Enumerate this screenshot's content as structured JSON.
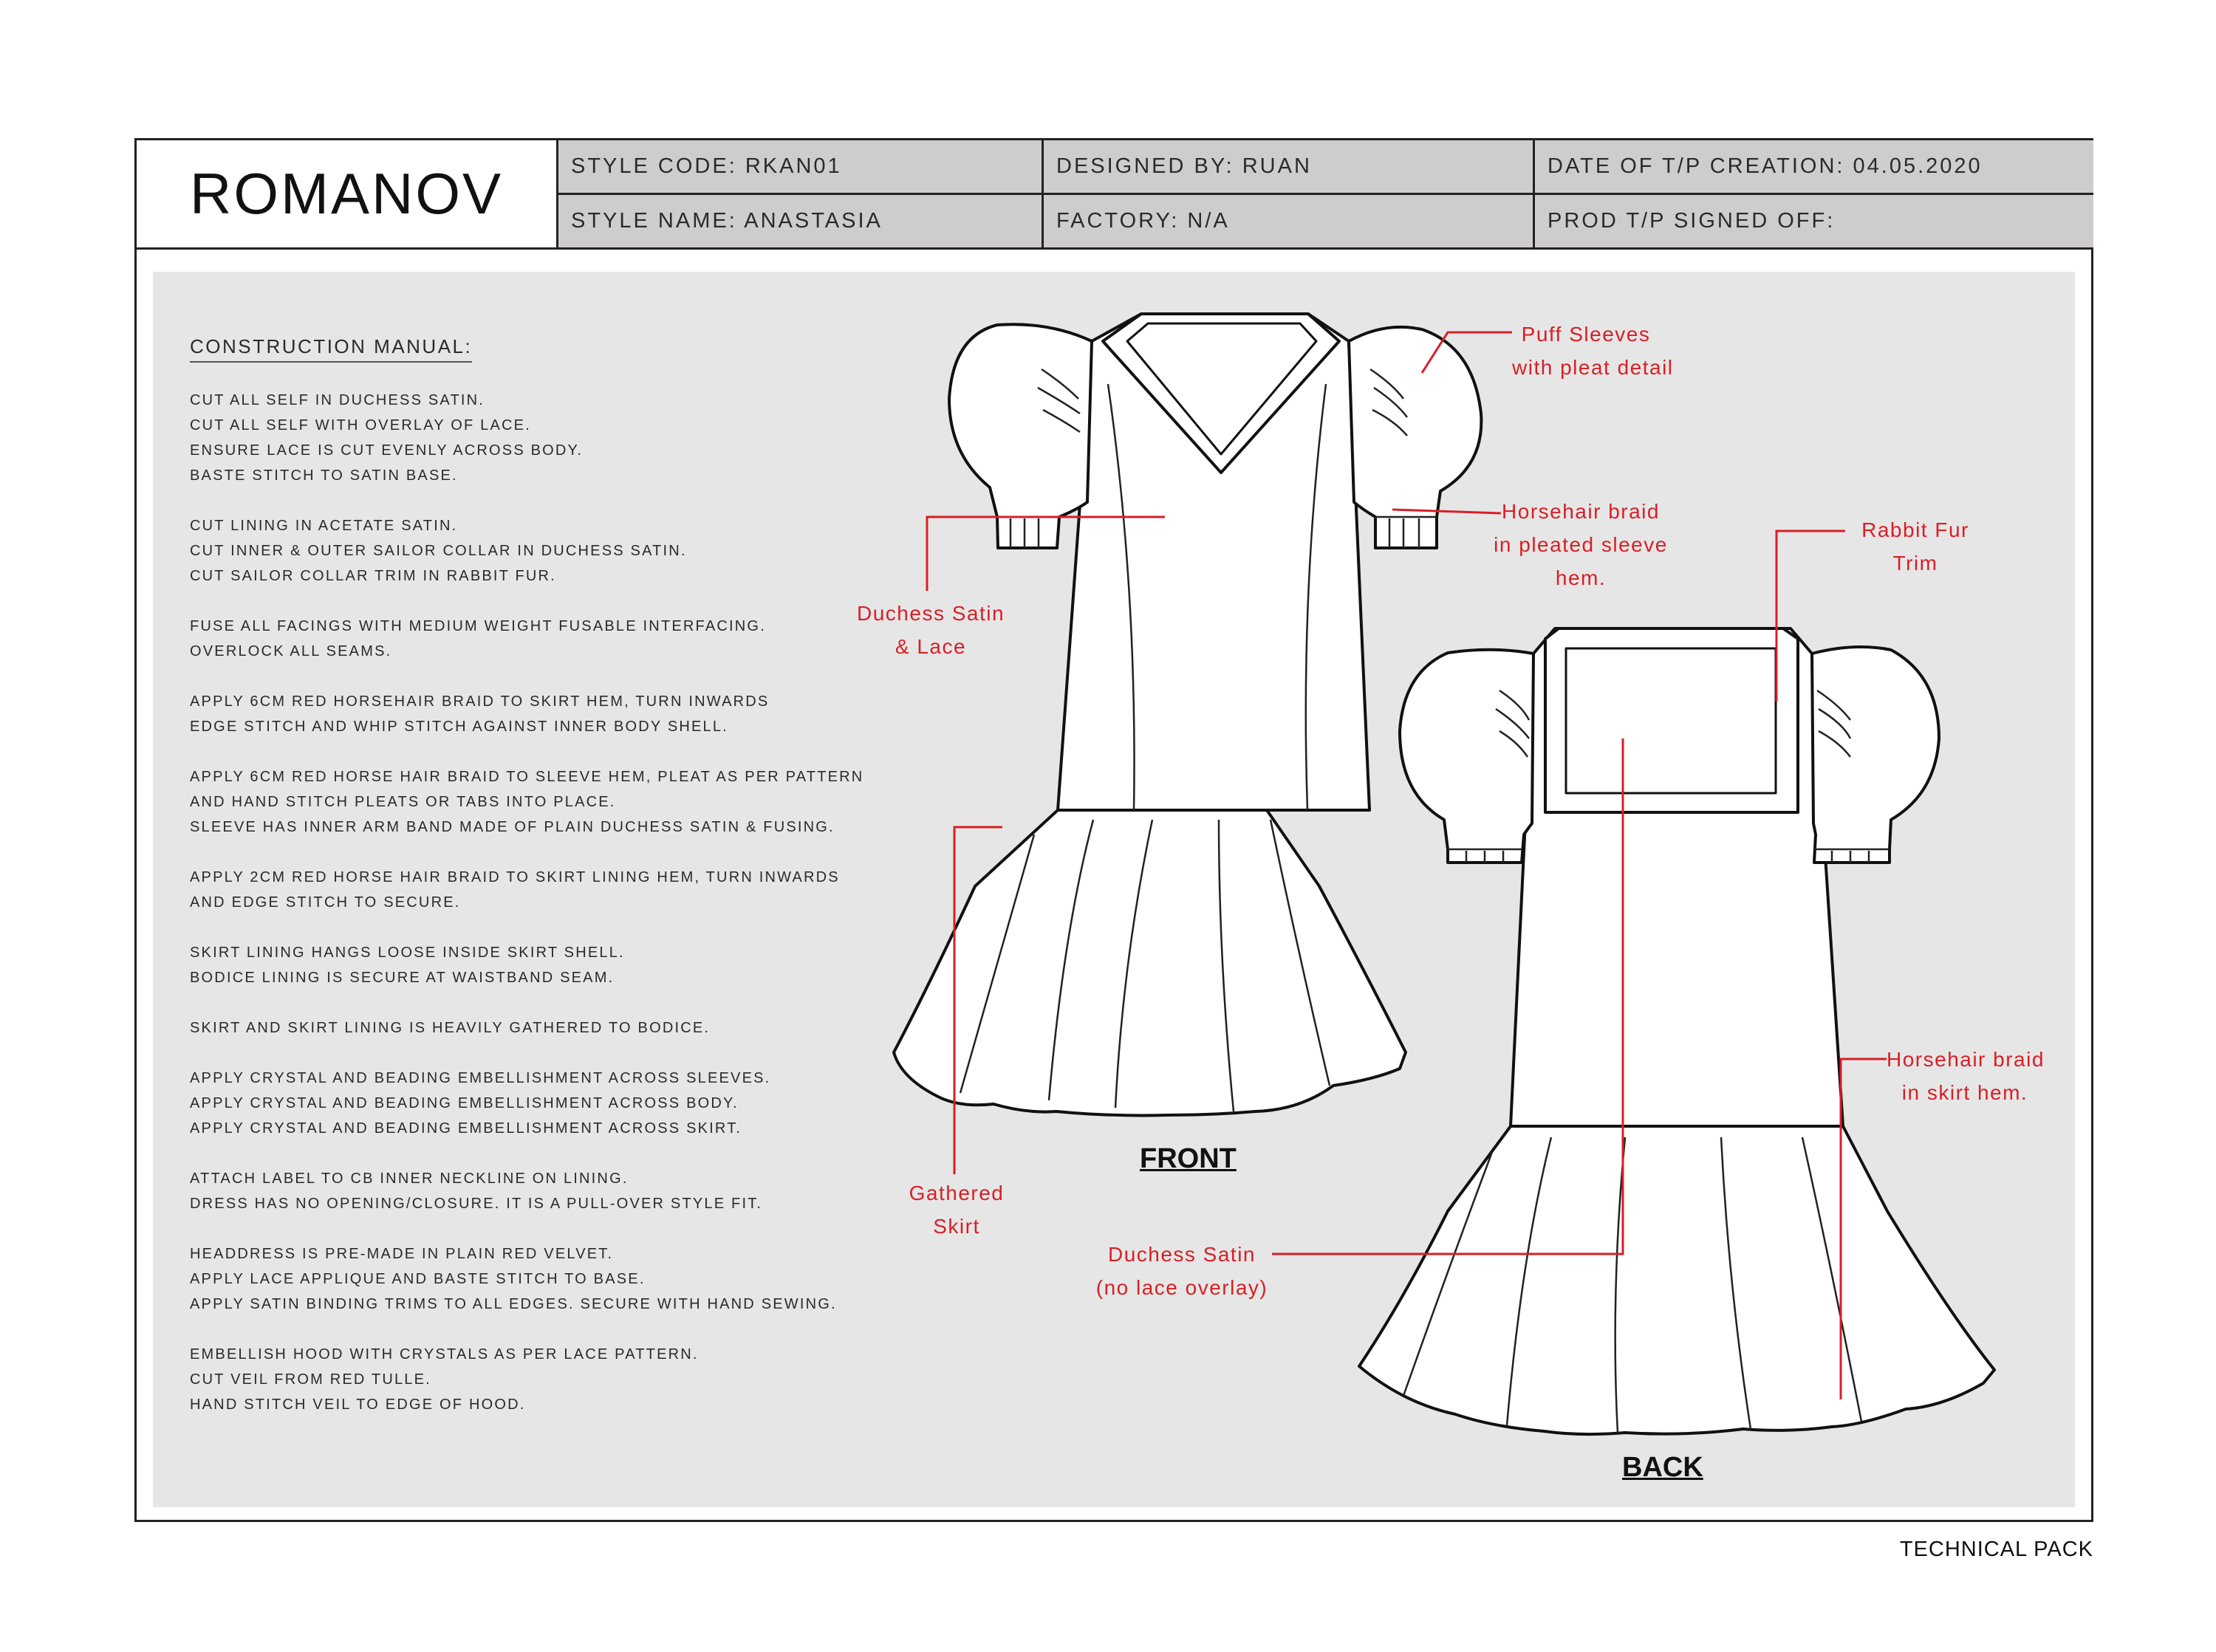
{
  "header": {
    "brand": "ROMANOV",
    "style_code": "STYLE CODE: RKAN01",
    "style_name": "STYLE NAME: ANASTASIA",
    "designed_by": "DESIGNED BY: RUAN",
    "factory": "FACTORY: N/A",
    "date_created": "DATE OF T/P CREATION: 04.05.2020",
    "signed_off": "PROD T/P SIGNED OFF:"
  },
  "manual": {
    "title": "CONSTRUCTION MANUAL:",
    "blocks": [
      [
        "CUT ALL SELF IN DUCHESS SATIN.",
        "CUT ALL SELF WITH OVERLAY OF LACE.",
        "ENSURE LACE IS CUT EVENLY ACROSS BODY.",
        "BASTE STITCH TO SATIN BASE."
      ],
      [
        "CUT LINING IN ACETATE SATIN.",
        "CUT INNER & OUTER SAILOR COLLAR IN DUCHESS SATIN.",
        "CUT SAILOR COLLAR TRIM IN RABBIT FUR."
      ],
      [
        "FUSE ALL FACINGS WITH MEDIUM WEIGHT FUSABLE INTERFACING.",
        "OVERLOCK ALL SEAMS."
      ],
      [
        "APPLY 6CM RED HORSEHAIR BRAID TO SKIRT HEM, TURN INWARDS",
        "EDGE STITCH AND WHIP STITCH AGAINST INNER BODY SHELL."
      ],
      [
        "APPLY 6CM RED HORSE HAIR BRAID TO SLEEVE HEM, PLEAT AS PER PATTERN",
        "AND HAND STITCH PLEATS OR TABS INTO PLACE.",
        "SLEEVE HAS INNER ARM BAND MADE OF PLAIN DUCHESS SATIN & FUSING."
      ],
      [
        "APPLY 2CM RED HORSE HAIR BRAID TO SKIRT LINING HEM, TURN INWARDS",
        "AND EDGE STITCH TO SECURE."
      ],
      [
        "SKIRT LINING HANGS LOOSE INSIDE SKIRT SHELL.",
        "BODICE LINING IS SECURE AT WAISTBAND SEAM."
      ],
      [
        "SKIRT AND SKIRT LINING IS HEAVILY GATHERED TO BODICE."
      ],
      [
        "APPLY CRYSTAL AND BEADING EMBELLISHMENT ACROSS SLEEVES.",
        "APPLY CRYSTAL AND BEADING EMBELLISHMENT ACROSS BODY.",
        "APPLY CRYSTAL AND BEADING EMBELLISHMENT ACROSS SKIRT."
      ],
      [
        "ATTACH LABEL TO CB INNER NECKLINE ON LINING.",
        "DRESS HAS NO OPENING/CLOSURE. IT IS A PULL-OVER STYLE FIT."
      ],
      [
        "HEADDRESS IS PRE-MADE IN PLAIN RED VELVET.",
        "APPLY LACE APPLIQUE AND BASTE STITCH TO BASE.",
        "APPLY SATIN BINDING TRIMS TO ALL EDGES. SECURE WITH HAND SEWING."
      ],
      [
        "EMBELLISH HOOD WITH CRYSTALS AS PER LACE PATTERN.",
        "CUT VEIL FROM RED TULLE.",
        "HAND STITCH VEIL TO EDGE OF HOOD."
      ]
    ]
  },
  "callouts": {
    "puff_sleeves": [
      "Puff Sleeves",
      "with pleat detail"
    ],
    "horsehair_sleeve": [
      "Horsehair braid",
      "in pleated sleeve",
      "hem."
    ],
    "rabbit_fur": [
      "Rabbit Fur",
      "Trim"
    ],
    "duchess_lace": [
      "Duchess Satin",
      "& Lace"
    ],
    "gathered_skirt": [
      "Gathered",
      "Skirt"
    ],
    "duchess_no_lace": [
      "Duchess Satin",
      "(no lace overlay)"
    ],
    "horsehair_skirt": [
      "Horsehair braid",
      "in skirt hem."
    ]
  },
  "views": {
    "front": "FRONT",
    "back": "BACK"
  },
  "footer": "TECHNICAL PACK",
  "colors": {
    "callout_red": "#d81f26",
    "header_grey": "#cfcccc",
    "panel_grey": "#e6e6e6"
  }
}
